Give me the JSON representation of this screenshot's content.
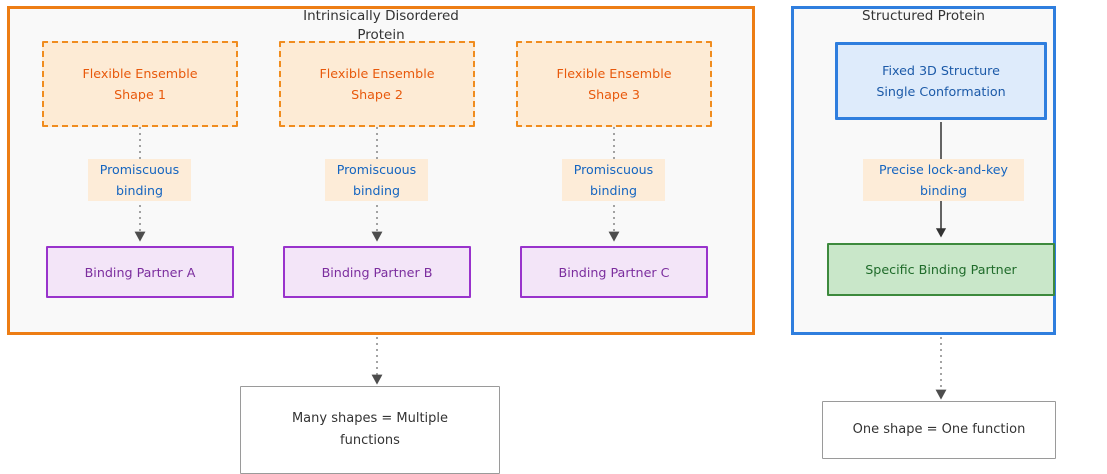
{
  "diagram": {
    "panels": [
      {
        "id": "idp",
        "title": "Intrinsically Disordered Protein",
        "border_color": "#ed7d14",
        "fill_color": "#f9f9f9",
        "nodes": [
          {
            "id": "shape1",
            "label": "Flexible Ensemble\nShape 1"
          },
          {
            "id": "shape2",
            "label": "Flexible Ensemble\nShape 2"
          },
          {
            "id": "shape3",
            "label": "Flexible Ensemble\nShape 3"
          },
          {
            "id": "partnerA",
            "label": "Binding Partner A"
          },
          {
            "id": "partnerB",
            "label": "Binding Partner B"
          },
          {
            "id": "partnerC",
            "label": "Binding Partner C"
          }
        ],
        "edge_labels": [
          "Promiscuous\nbinding",
          "Promiscuous\nbinding",
          "Promiscuous\nbinding"
        ]
      },
      {
        "id": "structured",
        "title": "Structured Protein",
        "border_color": "#2f7ede",
        "fill_color": "#f9f9f9",
        "nodes": [
          {
            "id": "fixed",
            "label": "Fixed 3D Structure\nSingle Conformation"
          },
          {
            "id": "specific",
            "label": "Specific Binding Partner"
          }
        ],
        "edge_labels": [
          "Precise lock-and-key\nbinding"
        ]
      }
    ],
    "results": [
      {
        "id": "result-left",
        "label": "Many shapes = Multiple\nfunctions"
      },
      {
        "id": "result-right",
        "label": "One shape = One function"
      }
    ],
    "colors": {
      "orange_border": "#ed7d14",
      "orange_node_fill": "#fdebd5",
      "orange_node_text": "#e8590c",
      "blue_border": "#2f7ede",
      "blue_node_fill": "#deebfb",
      "blue_node_text": "#1c5aa8",
      "purple_border": "#9933cc",
      "purple_node_fill": "#f3e5f8",
      "purple_node_text": "#7b2d9e",
      "green_border": "#3d8a3d",
      "green_node_fill": "#c9e7c9",
      "green_node_text": "#1f6b2a",
      "edge_label_bg": "#fdecd8",
      "edge_label_text": "#1565c0",
      "arrow_gray": "#707070",
      "arrow_dark": "#333333",
      "panel_fill": "#f9f9f9",
      "result_border": "#9a9a9a"
    }
  }
}
